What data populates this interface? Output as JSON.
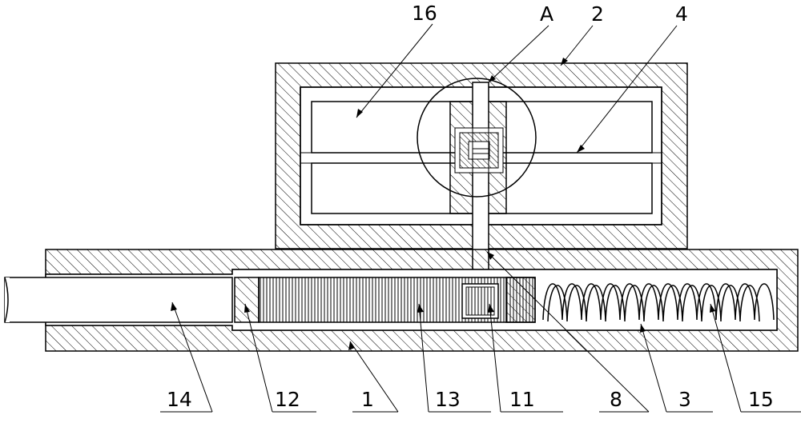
{
  "labels": {
    "l16": "16",
    "lA": "A",
    "l2": "2",
    "l4": "4",
    "l14": "14",
    "l12": "12",
    "l1": "1",
    "l13": "13",
    "l11": "11",
    "l8": "8",
    "l3": "3",
    "l15": "15"
  },
  "colors": {
    "stroke": "#000000",
    "background": "#ffffff"
  }
}
